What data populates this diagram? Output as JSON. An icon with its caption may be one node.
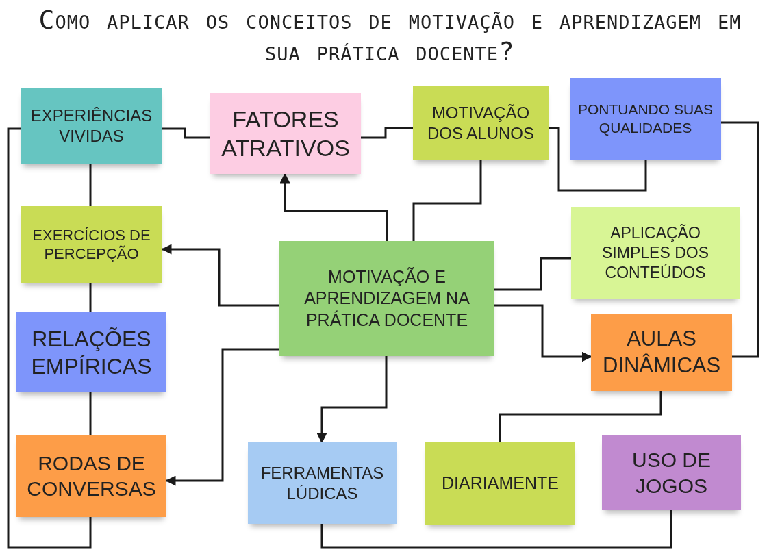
{
  "diagram": {
    "title": "Como aplicar os conceitos de motivação e aprendizagem em sua prática docente?",
    "nodes": [
      {
        "text": [
          "EXPERIÊNCIAS VIVIDAS"
        ]
      },
      {
        "text": [
          "FATORES ATRATIVOS"
        ]
      },
      {
        "text": [
          "MOTIVAÇÃO DOS ALUNOS"
        ]
      },
      {
        "text": [
          "PONTUANDO SUAS QUALIDADES"
        ]
      },
      {
        "text": [
          "EXERCÍCIOS DE PERCEPÇÃO"
        ]
      },
      {
        "text": [
          "APLICAÇÃO SIMPLES DOS CONTEÚDOS"
        ]
      },
      {
        "text": [
          "MOTIVAÇÃO E APRENDIZAGEM NA PRÁTICA DOCENTE"
        ]
      },
      {
        "text": [
          "RELAÇÕES EMPÍRICAS"
        ]
      },
      {
        "text": [
          "AULAS DINÂMICAS"
        ]
      },
      {
        "text": [
          "RODAS DE CONVERSAS"
        ]
      },
      {
        "text": [
          "FERRAMENTAS LÚDICAS"
        ]
      },
      {
        "text": [
          "DIARIAMENTE"
        ]
      },
      {
        "text": [
          "USO DE JOGOS"
        ]
      }
    ],
    "edges": [
      {
        "from": 0,
        "to": 1,
        "arrow": "none"
      },
      {
        "from": 1,
        "to": 2,
        "arrow": "none"
      },
      {
        "from": 2,
        "to": 3,
        "arrow": "none"
      },
      {
        "from": 3,
        "to": 8,
        "arrow": "none"
      },
      {
        "from": 6,
        "to": 1,
        "arrow": "to"
      },
      {
        "from": 6,
        "to": 2,
        "arrow": "none"
      },
      {
        "from": 6,
        "to": 4,
        "arrow": "to"
      },
      {
        "from": 6,
        "to": 5,
        "arrow": "none"
      },
      {
        "from": 6,
        "to": 8,
        "arrow": "to"
      },
      {
        "from": 6,
        "to": 9,
        "arrow": "to"
      },
      {
        "from": 6,
        "to": 10,
        "arrow": "to"
      },
      {
        "from": 0,
        "to": 9,
        "arrow": "none"
      },
      {
        "from": 0,
        "to": 4,
        "arrow": "none"
      },
      {
        "from": 4,
        "to": 7,
        "arrow": "none"
      },
      {
        "from": 7,
        "to": 9,
        "arrow": "none"
      },
      {
        "from": 8,
        "to": 11,
        "arrow": "none"
      },
      {
        "from": 10,
        "to": 12,
        "arrow": "none"
      }
    ]
  }
}
